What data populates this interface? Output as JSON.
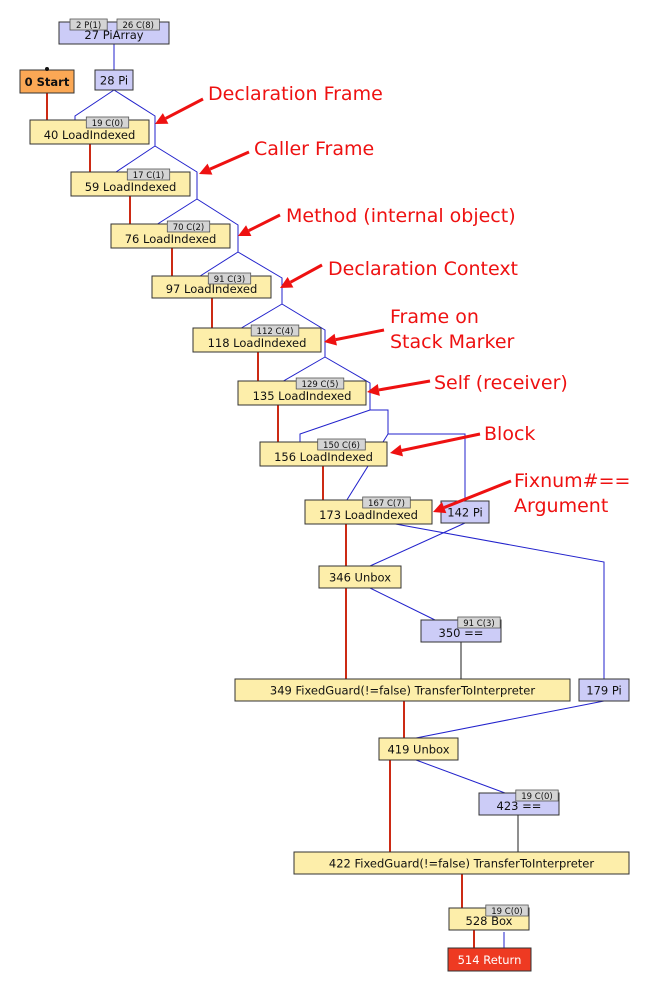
{
  "colors": {
    "control_node": "#fdeeaa",
    "value_node": "#ccccf7",
    "start_node": "#fba855",
    "return_node": "#ee3a22",
    "badge": "#d4d4d4",
    "control_edge": "#cc2a14",
    "data_edge": "#2222cc",
    "annotation": "#ee1111"
  },
  "nodes": {
    "n27": {
      "label": "27 PiArray",
      "badge_left": "2 P(1)",
      "badge_right": "26 C(8)"
    },
    "n0": {
      "label": "0 Start"
    },
    "n28": {
      "label": "28 Pi"
    },
    "n40": {
      "label": "40 LoadIndexed",
      "badge": "19 C(0)"
    },
    "n59": {
      "label": "59 LoadIndexed",
      "badge": "17 C(1)"
    },
    "n76": {
      "label": "76 LoadIndexed",
      "badge": "70 C(2)"
    },
    "n97": {
      "label": "97 LoadIndexed",
      "badge": "91 C(3)"
    },
    "n118": {
      "label": "118 LoadIndexed",
      "badge": "112 C(4)"
    },
    "n135": {
      "label": "135 LoadIndexed",
      "badge": "129 C(5)"
    },
    "n156": {
      "label": "156 LoadIndexed",
      "badge": "150 C(6)"
    },
    "n173": {
      "label": "173 LoadIndexed",
      "badge": "167 C(7)"
    },
    "n142": {
      "label": "142 Pi"
    },
    "n346": {
      "label": "346 Unbox"
    },
    "n350": {
      "label": "350 ==",
      "badge": "91 C(3)"
    },
    "n349": {
      "label": "349 FixedGuard(!=false) TransferToInterpreter"
    },
    "n179": {
      "label": "179 Pi"
    },
    "n419": {
      "label": "419 Unbox"
    },
    "n423": {
      "label": "423 ==",
      "badge": "19 C(0)"
    },
    "n422": {
      "label": "422 FixedGuard(!=false) TransferToInterpreter"
    },
    "n528": {
      "label": "528 Box",
      "badge": "19 C(0)"
    },
    "n514": {
      "label": "514 Return"
    }
  },
  "annotations": {
    "declaration_frame": {
      "lines": [
        "Declaration Frame"
      ]
    },
    "caller_frame": {
      "lines": [
        "Caller Frame"
      ]
    },
    "method": {
      "lines": [
        "Method (internal object)"
      ]
    },
    "declaration_context": {
      "lines": [
        "Declaration Context"
      ]
    },
    "frame_on_stack": {
      "lines": [
        "Frame on",
        "Stack Marker"
      ]
    },
    "self_receiver": {
      "lines": [
        "Self (receiver)"
      ]
    },
    "block": {
      "lines": [
        "Block"
      ]
    },
    "fixnum_argument": {
      "lines": [
        "Fixnum#==",
        "Argument"
      ]
    }
  }
}
